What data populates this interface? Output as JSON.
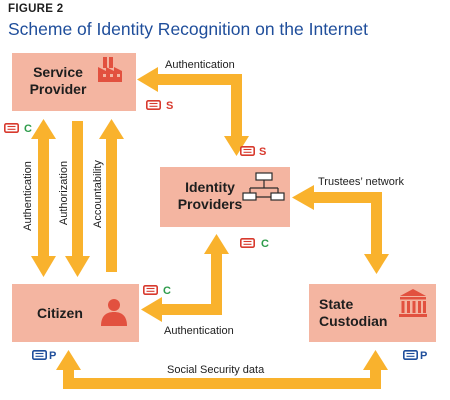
{
  "figure": {
    "label": "FIGURE 2",
    "title": "Scheme of Identity Recognition on the Internet"
  },
  "boxes": {
    "service_provider": [
      "Service",
      "Provider"
    ],
    "identity_providers": [
      "Identity",
      "Providers"
    ],
    "citizen": [
      "Citizen"
    ],
    "state_custodian": [
      "State",
      "Custodian"
    ]
  },
  "edges": {
    "auth_top": "Authentication",
    "auth_bottom": "Authentication",
    "trustees": "Trustees’ network",
    "social": "Social Security data",
    "v_authentication": "Authentication",
    "v_authorization": "Authorization",
    "v_accountability": "Accountability"
  },
  "credentials": {
    "s": "S",
    "c": "C",
    "p": "P"
  },
  "icons": {
    "service_provider": "factory-icon",
    "identity_providers": "network-icon",
    "citizen": "person-icon",
    "state_custodian": "government-building-icon",
    "credential": "id-card-icon"
  },
  "colors": {
    "box_fill": "#f4b5a1",
    "arrow": "#f9b22d",
    "icon": "#e2513f",
    "cred_s": "#d83a2e",
    "cred_c": "#2e9c4b",
    "cred_p": "#1f4e9b",
    "title": "#1f4e9b"
  }
}
